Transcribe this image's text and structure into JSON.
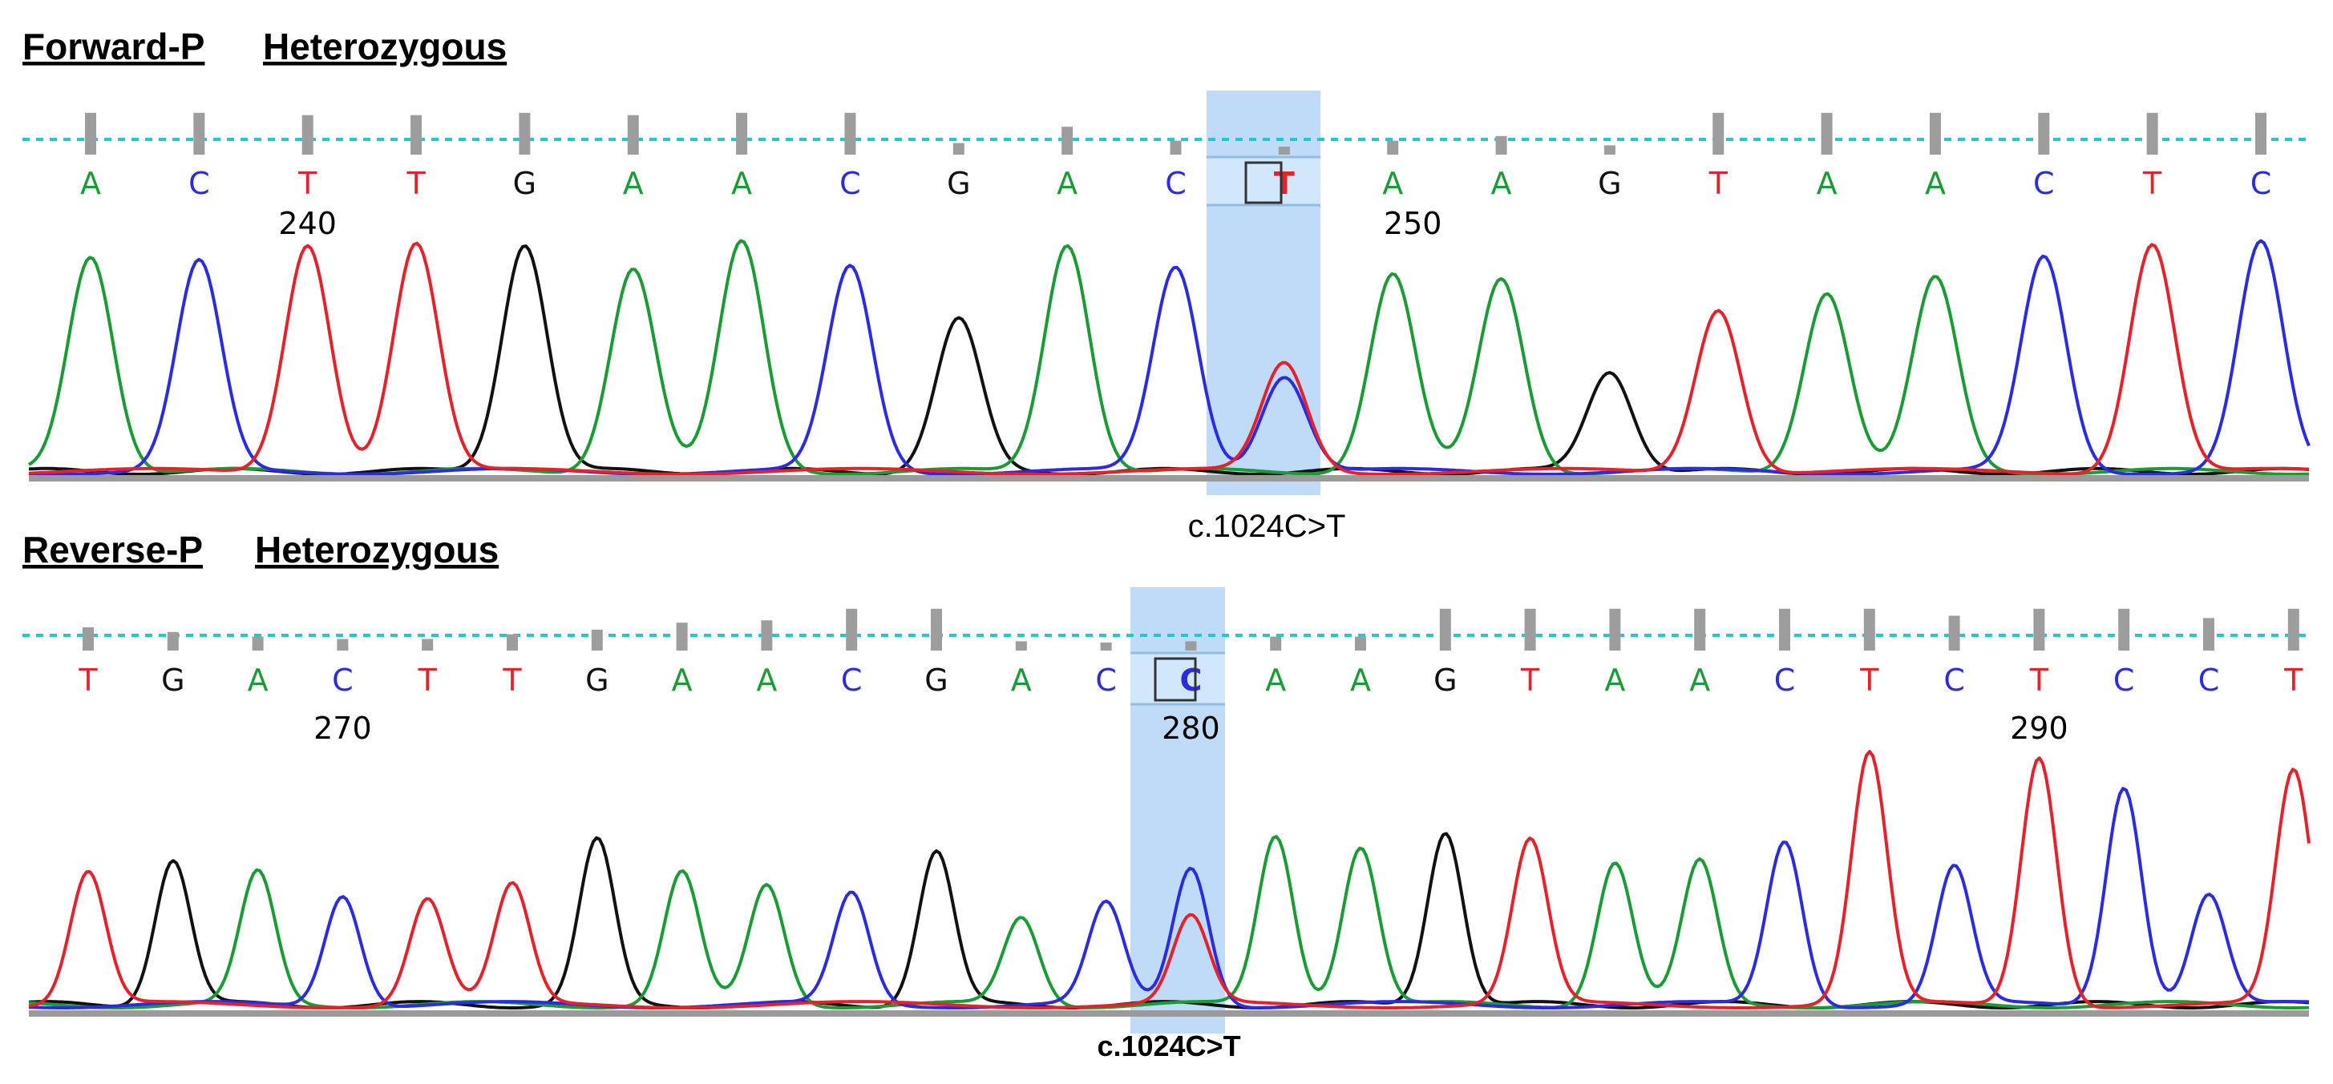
{
  "colors": {
    "A": "#1a9c35",
    "C": "#2b2be6",
    "G": "#111111",
    "T": "#e8202a",
    "highlight": "#a9cff5",
    "quality": "#9d9d9d",
    "threshold": "#22c8d0",
    "baseline": "#9a9a9a"
  },
  "chart_data": [
    {
      "type": "line",
      "title": "Forward-P Heterozygous",
      "title_parts": [
        "Forward-P",
        "Heterozygous"
      ],
      "bases": [
        "A",
        "C",
        "T",
        "T",
        "G",
        "A",
        "A",
        "C",
        "G",
        "A",
        "C",
        "T",
        "A",
        "A",
        "G",
        "T",
        "A",
        "A",
        "C",
        "T",
        "C"
      ],
      "position_labels": [
        {
          "base_index": 2,
          "label": "240"
        },
        {
          "base_index": 12,
          "label": "250"
        }
      ],
      "highlighted_base_index": 11,
      "highlighted_base_call": "T",
      "secondary_peak_base": "C",
      "quality": [
        0.9,
        0.9,
        0.85,
        0.85,
        0.9,
        0.85,
        0.9,
        0.9,
        0.25,
        0.6,
        0.3,
        0.15,
        0.3,
        0.4,
        0.2,
        0.9,
        0.9,
        0.9,
        0.9,
        0.9,
        0.9
      ],
      "peak_heights": [
        0.9,
        0.87,
        0.95,
        0.95,
        0.95,
        0.85,
        0.95,
        0.85,
        0.63,
        0.95,
        0.85,
        0.45,
        0.82,
        0.8,
        0.42,
        0.68,
        0.75,
        0.8,
        0.89,
        0.95,
        0.95
      ],
      "secondary_peak_height": 0.4,
      "annotation": "c.1024C>T"
    },
    {
      "type": "line",
      "title": "Reverse-P Heterozygous",
      "title_parts": [
        "Reverse-P",
        "Heterozygous"
      ],
      "bases": [
        "T",
        "G",
        "A",
        "C",
        "T",
        "T",
        "G",
        "A",
        "A",
        "C",
        "G",
        "A",
        "C",
        "C",
        "A",
        "A",
        "G",
        "T",
        "A",
        "A",
        "C",
        "T",
        "C",
        "T",
        "C",
        "C",
        "T"
      ],
      "position_labels": [
        {
          "base_index": 3,
          "label": "270"
        },
        {
          "base_index": 13,
          "label": "280"
        },
        {
          "base_index": 23,
          "label": "290"
        }
      ],
      "highlighted_base_index": 13,
      "highlighted_base_call": "C",
      "secondary_peak_base": "T",
      "quality": [
        0.5,
        0.4,
        0.3,
        0.25,
        0.25,
        0.35,
        0.45,
        0.6,
        0.65,
        0.9,
        0.9,
        0.2,
        0.15,
        0.2,
        0.3,
        0.3,
        0.9,
        0.9,
        0.9,
        0.9,
        0.9,
        0.9,
        0.75,
        0.9,
        0.9,
        0.7,
        0.9
      ],
      "peak_heights": [
        0.5,
        0.55,
        0.5,
        0.42,
        0.4,
        0.45,
        0.62,
        0.5,
        0.45,
        0.42,
        0.58,
        0.33,
        0.38,
        0.52,
        0.64,
        0.6,
        0.66,
        0.62,
        0.54,
        0.54,
        0.62,
        0.95,
        0.52,
        0.94,
        0.83,
        0.42,
        0.88
      ],
      "secondary_peak_height": 0.33,
      "annotation": "c.1024C>T"
    }
  ]
}
